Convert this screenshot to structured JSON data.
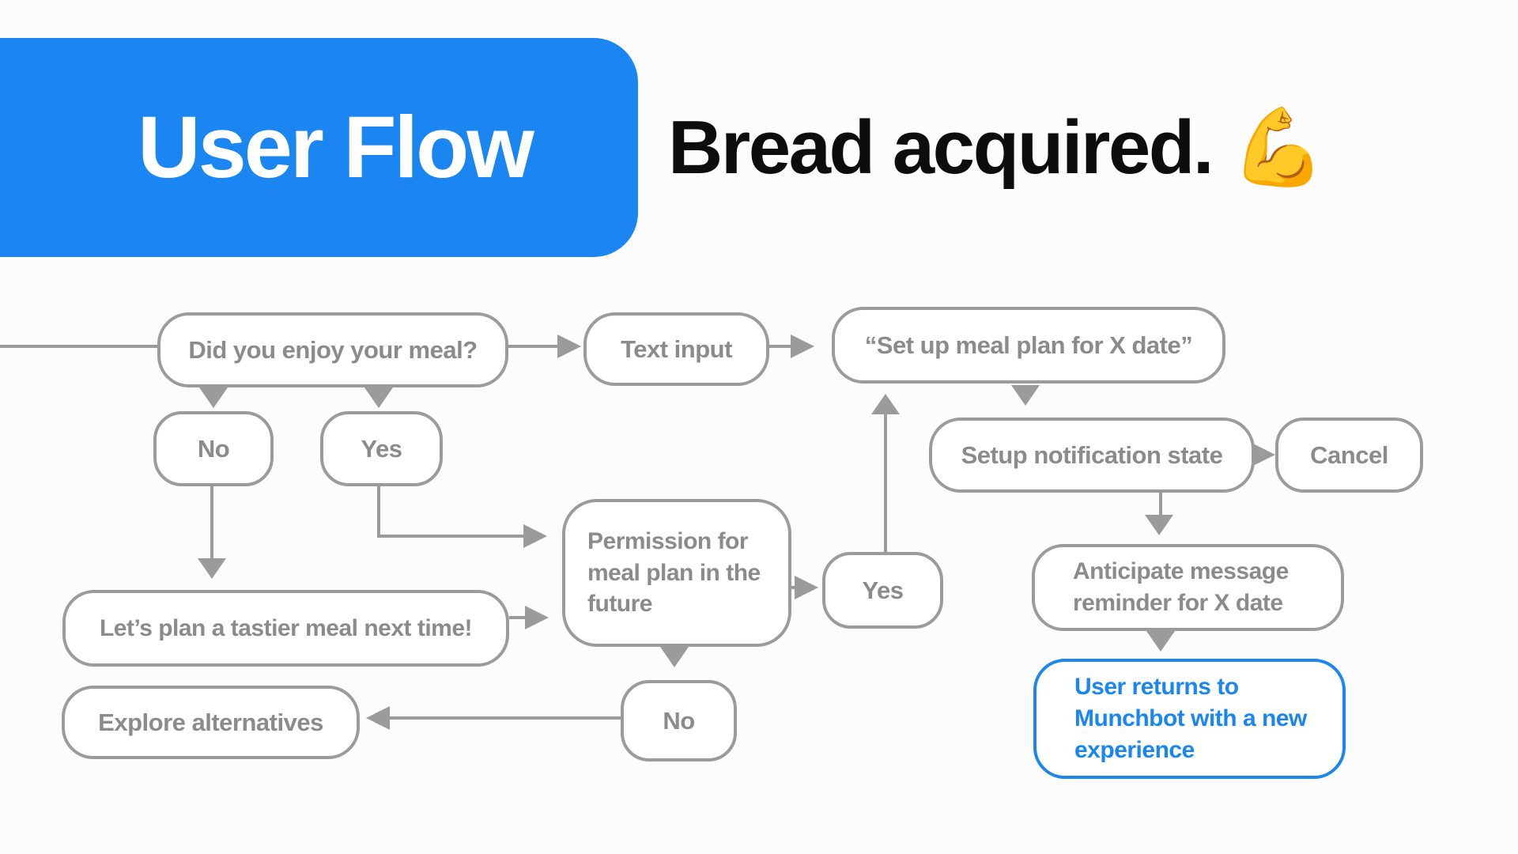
{
  "header": {
    "badge_label": "User Flow",
    "subtitle": "Bread acquired. 💪"
  },
  "colors": {
    "badge_background": "#1b85f2",
    "badge_text": "#ffffff",
    "subtitle_text": "#0d0d0d",
    "node_border": "#9b9b9b",
    "node_text": "#8b8b8b",
    "accent_blue": "#1b86ee",
    "background": "#fcfcfc"
  },
  "flow": {
    "nodes": {
      "enjoy_meal": {
        "label": "Did you enjoy your meal?"
      },
      "text_input": {
        "label": "Text input"
      },
      "set_up_meal_plan": {
        "label": "“Set up meal plan for X date”"
      },
      "no_enjoy": {
        "label": "No"
      },
      "yes_enjoy": {
        "label": "Yes"
      },
      "lets_plan": {
        "label": "Let’s plan a tastier meal next time!"
      },
      "permission": {
        "label": "Permission for\nmeal plan in the\nfuture"
      },
      "yes_permission": {
        "label": "Yes"
      },
      "no_permission": {
        "label": "No"
      },
      "explore": {
        "label": "Explore alternatives"
      },
      "setup_notification": {
        "label": "Setup notification state"
      },
      "cancel": {
        "label": "Cancel"
      },
      "anticipate": {
        "label": "Anticipate message\nreminder for X date"
      },
      "user_returns": {
        "label": "User returns to\nMunchbot with a new\nexperience"
      }
    }
  }
}
